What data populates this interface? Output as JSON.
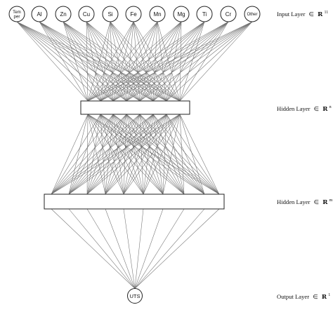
{
  "input_layer": {
    "nodes": [
      "Tem\nper",
      "Al",
      "Zn",
      "Cu",
      "Si",
      "Fe",
      "Mn",
      "Mg",
      "Ti",
      "Cr",
      "Other"
    ],
    "label": {
      "name": "Input Layer",
      "member_symbol": "∈",
      "set_symbol": "R",
      "dimension": "11"
    }
  },
  "hidden_layer_1": {
    "label": {
      "name": "Hidden Layer",
      "member_symbol": "∈",
      "set_symbol": "R",
      "dimension": "n"
    }
  },
  "hidden_layer_2": {
    "label": {
      "name": "Hidden Layer",
      "member_symbol": "∈",
      "set_symbol": "R",
      "dimension": "m"
    }
  },
  "output_layer": {
    "node": "UTS",
    "label": {
      "name": "Output Layer",
      "member_symbol": "∈",
      "set_symbol": "R",
      "dimension": "1"
    }
  },
  "colors": {
    "edge": "#6f6f6f",
    "outline": "#222222",
    "text": "#111111"
  }
}
